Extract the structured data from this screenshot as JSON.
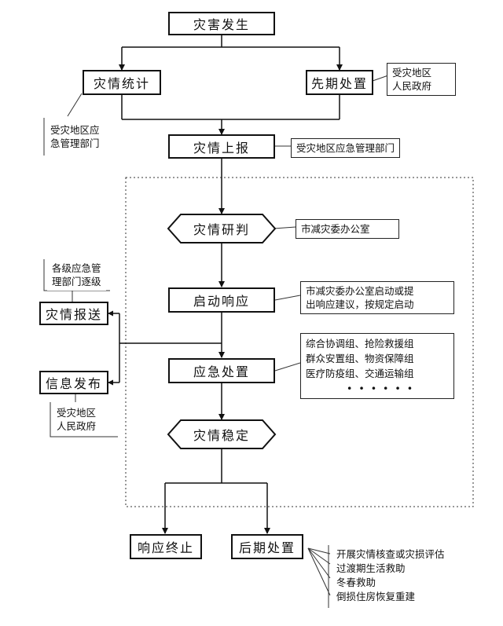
{
  "nodes": {
    "disaster_occurs": "灾害发生",
    "disaster_statistics": "灾情统计",
    "initial_response": "先期处置",
    "disaster_report": "灾情上报",
    "disaster_assessment": "灾情研判",
    "start_response": "启动响应",
    "emergency_handling": "应急处置",
    "disaster_stable": "灾情稳定",
    "disaster_dispatch": "灾情报送",
    "info_release": "信息发布",
    "response_end": "响应终止",
    "later_handling": "后期处置"
  },
  "notes": {
    "initial_response_party": [
      "受灾地区",
      "人民政府"
    ],
    "statistics_party": [
      "受灾地区应",
      "急管理部门"
    ],
    "report_party": [
      "受灾地区应急管理部门"
    ],
    "assessment_party": [
      "市减灾委办公室"
    ],
    "start_response_party": [
      "市减灾委办公室启动或提",
      "出响应建议，按规定启动"
    ],
    "handling_groups": [
      "综合协调组、抢险救援组",
      "群众安置组、物资保障组",
      "医疗防疫组、交通运输组",
      "• • • • • •"
    ],
    "dispatch_party": [
      "各级应急管",
      "理部门逐级"
    ],
    "release_party": [
      "受灾地区",
      "人民政府"
    ],
    "later_items": [
      "开展灾情核查或灾损评估",
      "过渡期生活救助",
      "冬春救助",
      "倒损住房恢复重建"
    ]
  }
}
